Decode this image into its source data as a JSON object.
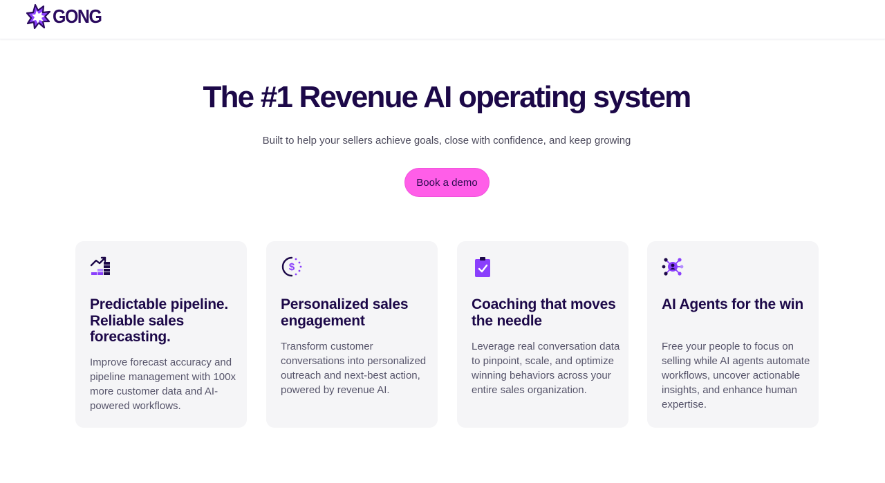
{
  "header": {
    "logo_text": "GONG"
  },
  "hero": {
    "title": "The #1 Revenue AI operating system",
    "subtitle": "Built to help your sellers achieve goals, close with confidence, and keep growing",
    "cta_label": "Book a demo"
  },
  "colors": {
    "brand_purple": "#8a3ffc",
    "dark_navy": "#1c0848",
    "cta_pink": "#ff5ee8",
    "card_bg": "#f5f5f7"
  },
  "features": [
    {
      "icon": "pipeline-chart-icon",
      "title": "Predictable pipeline. Reliable sales forecasting.",
      "description": "Improve forecast accuracy and pipeline management with 100x more customer data and AI-powered workflows."
    },
    {
      "icon": "dollar-cycle-icon",
      "title": "Personalized sales engagement",
      "description": "Transform customer conversations into personalized outreach and next-best action, powered by revenue AI."
    },
    {
      "icon": "clipboard-check-icon",
      "title": "Coaching that moves the needle",
      "description": "Leverage real conversation data to pinpoint, scale, and optimize winning behaviors across your entire sales organization."
    },
    {
      "icon": "ai-agent-network-icon",
      "title": "AI Agents for the win",
      "description": "Free your people to focus on selling while AI agents automate workflows, uncover actionable insights, and enhance human expertise."
    }
  ]
}
